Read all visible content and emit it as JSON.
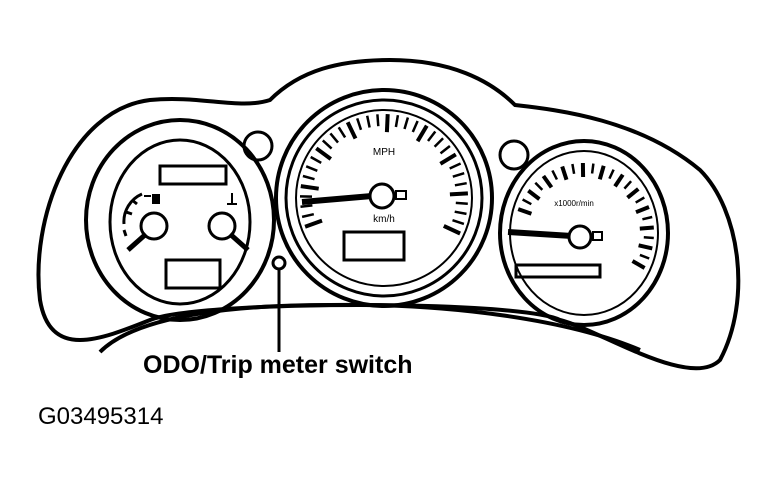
{
  "figure": {
    "callout_label": "ODO/Trip meter switch",
    "figure_id": "G03495314"
  },
  "speedometer": {
    "unit_primary": "MPH",
    "unit_secondary": "km/h"
  },
  "tachometer": {
    "unit": "x1000r/min"
  },
  "icons": {
    "fuel": "fuel-pump-icon",
    "temperature": "coolant-temperature-icon"
  }
}
